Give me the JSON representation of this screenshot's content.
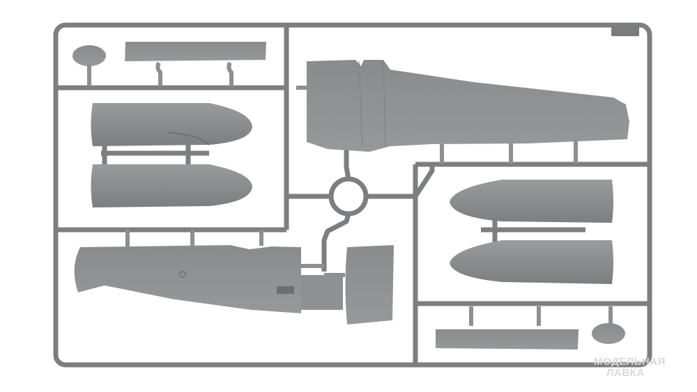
{
  "photo": {
    "subject": "plastic model kit sprue with aircraft wing and engine nacelle parts",
    "background_color": "#ffffff",
    "plastic_color": "#8e8f91",
    "frame_color": "#7d7e80"
  },
  "watermark": {
    "line1": "МОДЕЛЬНАЯ",
    "line2": "ЛАВКА",
    "color": "#d9d9d9"
  }
}
